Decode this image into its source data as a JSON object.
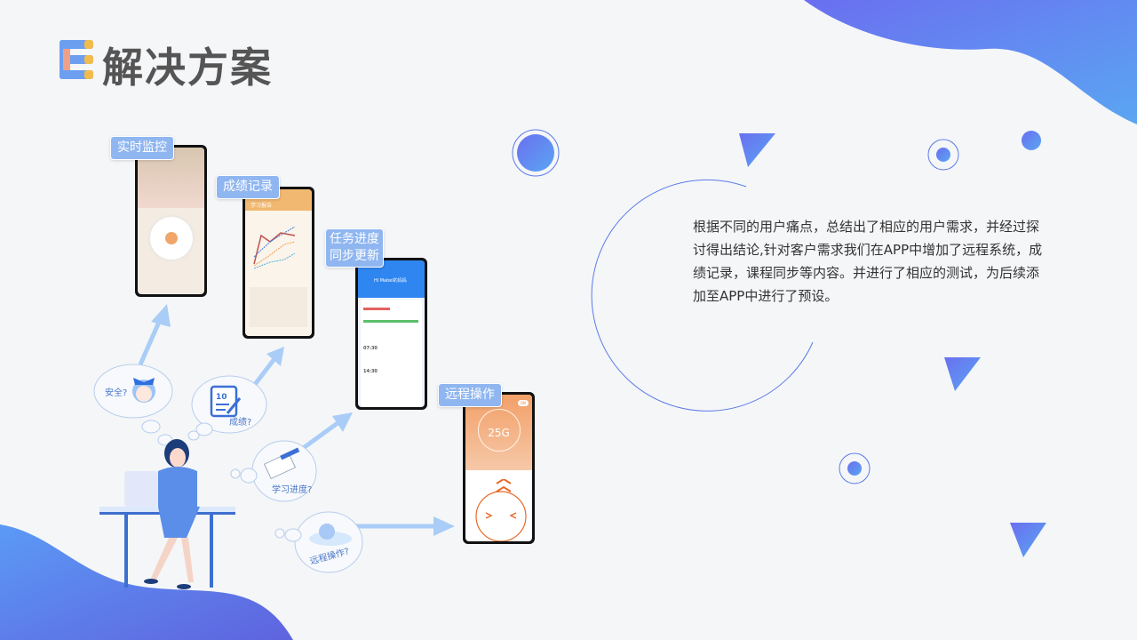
{
  "header": {
    "logo_letter": "E",
    "title": "解决方案"
  },
  "description": "根据不同的用户痛点，总结出了相应的用户需求，并经过探讨得出结论,针对客户需求我们在APP中增加了远程系统，成绩记录，课程同步等内容。并进行了相应的测试，为后续添加至APP中进行了预设。",
  "features": [
    {
      "label": "实时监控"
    },
    {
      "label": "成绩记录",
      "screen_title": "学习报告"
    },
    {
      "label": "任务进度\n同步更新",
      "greeting": "Hi Mabel的妈妈",
      "times": [
        "07:30",
        "14:30"
      ]
    },
    {
      "label": "远程操作",
      "value": "25G",
      "toggle": "ON"
    }
  ],
  "thoughts": [
    "安全?",
    "成绩?",
    "学习进度?",
    "远程操作?"
  ],
  "score_icon_number": "10",
  "colors": {
    "accent": "#5b7be8",
    "tag": "#8fb6f0",
    "arrow": "#a9cdf7",
    "title": "#555555"
  }
}
